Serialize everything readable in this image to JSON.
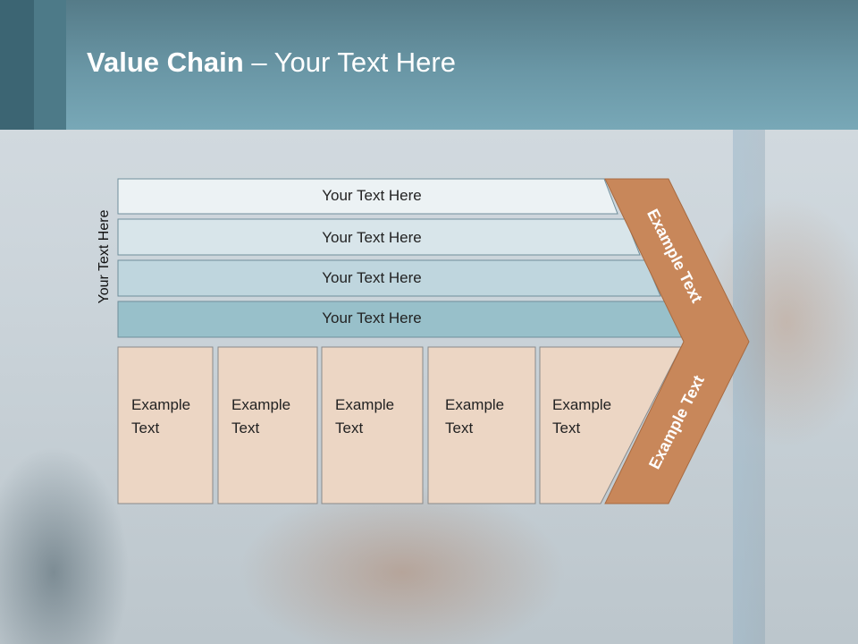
{
  "header": {
    "title_bold": "Value Chain",
    "title_rest": " – Your Text Here"
  },
  "side_label": "Your Text Here",
  "bars": [
    {
      "label": "Your Text Here",
      "fill": "#ecf2f4"
    },
    {
      "label": "Your Text Here",
      "fill": "#d8e5ea"
    },
    {
      "label": "Your Text Here",
      "fill": "#bfd6de"
    },
    {
      "label": "Your Text Here",
      "fill": "#98c0ca"
    }
  ],
  "boxes": [
    {
      "label": "Example\nText"
    },
    {
      "label": "Example\nText"
    },
    {
      "label": "Example\nText"
    },
    {
      "label": "Example\nText"
    },
    {
      "label": "Example\nText"
    }
  ],
  "arrow": {
    "upper_label": "Example Text",
    "lower_label": "Example Text",
    "fill": "#c8875a"
  },
  "colors": {
    "box_fill": "#ecd6c4",
    "border": "#6f8e9b",
    "header": "#6a97a6"
  }
}
